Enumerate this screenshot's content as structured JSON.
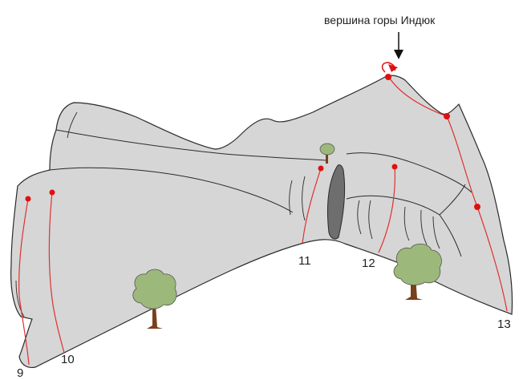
{
  "summit_label": "вершина горы Индюк",
  "route_numbers": [
    "9",
    "10",
    "11",
    "12",
    "13"
  ],
  "colors": {
    "rock_fill": "#d6d6d6",
    "outline": "#2a2a2a",
    "route_line": "#e03030",
    "route_point": "#e01010",
    "cave": "#6e6e6e",
    "tree_foliage": "#9cb87a",
    "tree_trunk": "#7a3f1c"
  },
  "icons": [
    "arrow-down-icon",
    "flag-icon",
    "tree-icon"
  ]
}
